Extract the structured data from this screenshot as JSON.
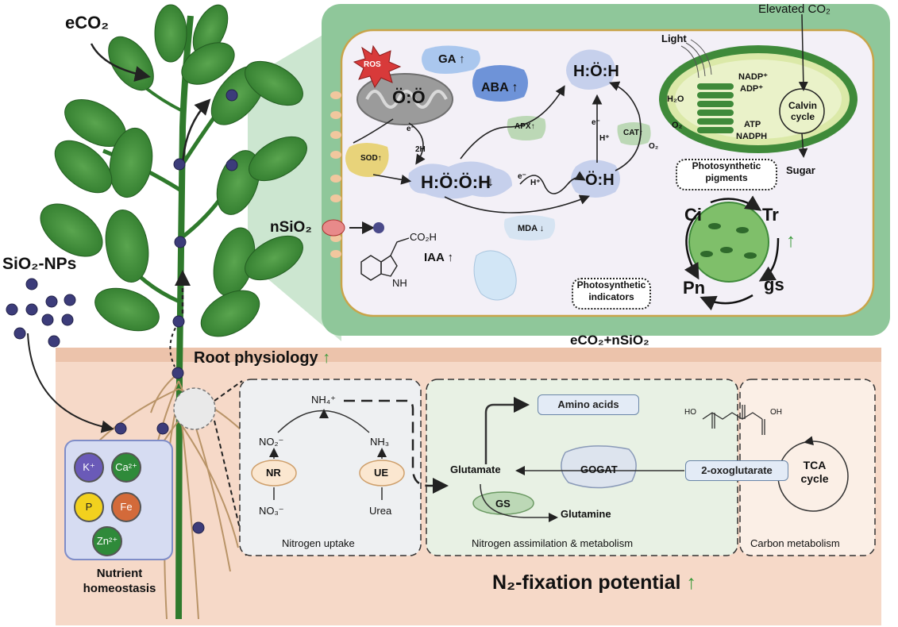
{
  "labels": {
    "eco2": "eCO₂",
    "sio2_nps": "SiO₂-NPs",
    "nsio2": "nSiO₂",
    "elevated_co2": "Elevated CO₂",
    "light": "Light",
    "eco2_nsio2": "eCO₂+nSiO₂",
    "root_physiology": "Root physiology",
    "n2_fixation": "N₂-fixation potential",
    "nutrient_homeostasis": "Nutrient homeostasis"
  },
  "cell": {
    "ros": "ROS",
    "ga": "GA",
    "aba": "ABA",
    "o2": "Ö:Ö",
    "h2o2": "H:Ö:Ö:H",
    "water": "H:Ö:H",
    "oh": "Ö:H",
    "sod": "SOD",
    "apx": "APX",
    "cat": "CAT",
    "mda": "MDA",
    "e_minus": "e⁻",
    "h_plus": "H⁺",
    "two_h": "2H",
    "iaa": "IAA",
    "co2h": "CO₂H",
    "nh": "NH",
    "photosynthetic_pigments": "Photosynthetic pigments",
    "photosynthetic_indicators": "Photosynthetic indicators"
  },
  "chloroplast": {
    "h2o": "H₂O",
    "o2": "O₂",
    "nadp": "NADP⁺",
    "adp": "ADP⁺",
    "atp": "ATP",
    "nadph": "NADPH",
    "calvin": "Calvin cycle",
    "o2_out": "O₂",
    "sugar": "Sugar"
  },
  "gas_exchange": {
    "ci": "Ci",
    "tr": "Tr",
    "pn": "Pn",
    "gs": "gs"
  },
  "nitrogen": {
    "nh4": "NH₄⁺",
    "no2": "NO₂⁻",
    "nh3": "NH₃",
    "nr": "NR",
    "ue": "UE",
    "no3": "NO₃⁻",
    "urea": "Urea",
    "uptake_title": "Nitrogen uptake"
  },
  "assimilation": {
    "amino_acids": "Amino acids",
    "glutamate": "Glutamate",
    "gogat": "GOGAT",
    "gs": "GS",
    "glutamine": "Glutamine",
    "title": "Nitrogen assimilation & metabolism"
  },
  "carbon": {
    "ho_left": "HO",
    "oh_right": "OH",
    "two_oxoglutarate": "2-oxoglutarate",
    "tca": "TCA cycle",
    "title": "Carbon metabolism"
  },
  "nutrients": [
    "K⁺",
    "Ca²⁺",
    "P",
    "Fe",
    "Zn²⁺"
  ],
  "colors": {
    "cell_wall": "#8fc79a",
    "cytoplasm": "#f3f0f7",
    "soil": "#f6d9c8",
    "panel_grey": "#eef0f2",
    "panel_green": "#e8f1e4",
    "panel_cream": "#fbefe6",
    "leaf": "#3f8a3a",
    "up_arrow": "#3a9a3a"
  }
}
